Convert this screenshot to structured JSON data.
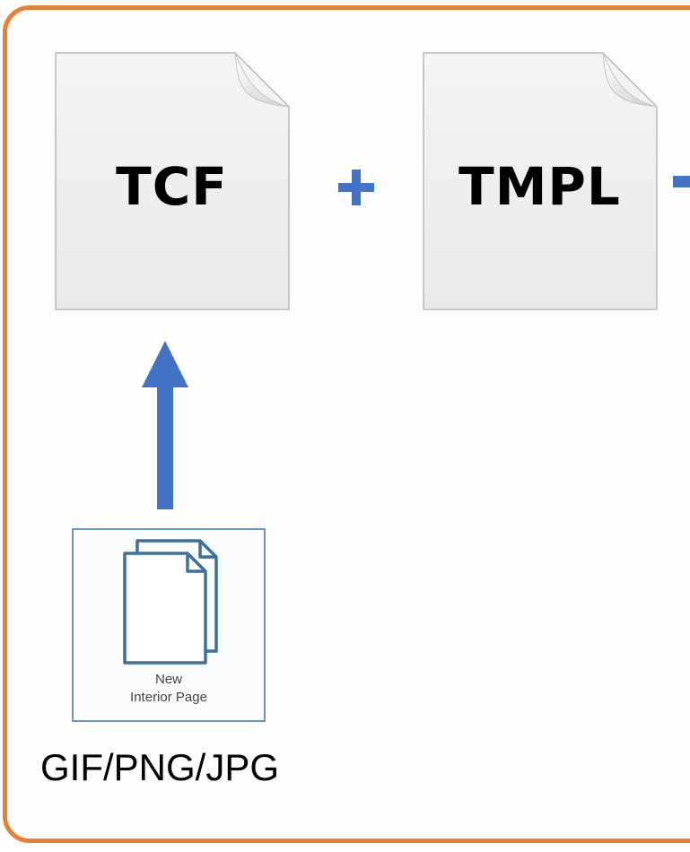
{
  "diagram": {
    "doc_left": "TCF",
    "doc_right": "TMPL",
    "icon_caption_line1": "New",
    "icon_caption_line2": "Interior Page",
    "formats": "GIF/PNG/JPG"
  },
  "colors": {
    "frame": "#e87f36",
    "arrow": "#4472c4",
    "icon_border": "#6d95b9"
  }
}
